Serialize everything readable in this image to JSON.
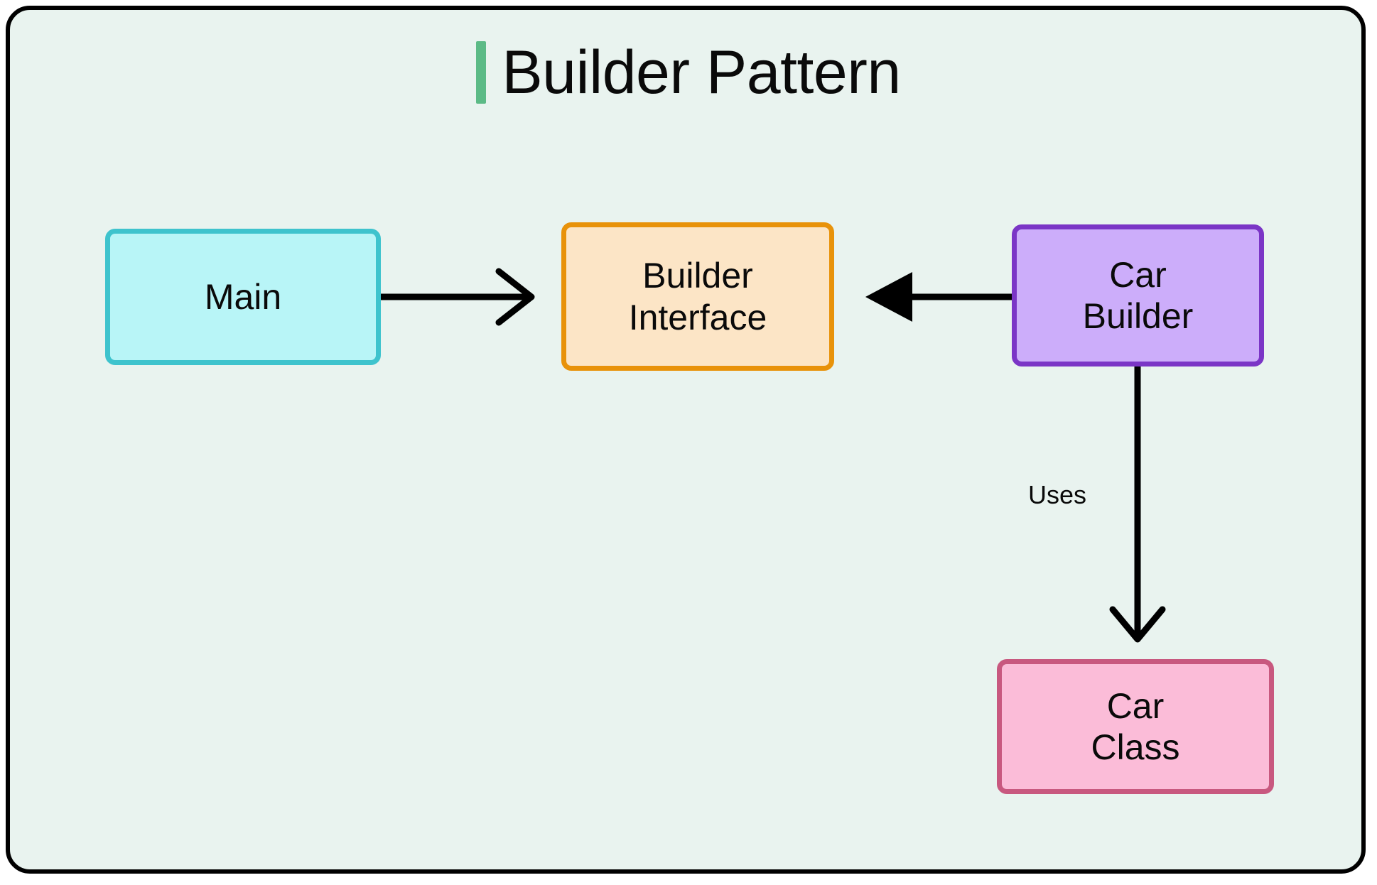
{
  "diagram": {
    "title": "Builder Pattern",
    "accent_color": "#5cba86",
    "background_color": "#e9f3ef",
    "frame_color": "#000000",
    "nodes": [
      {
        "id": "main",
        "label": "Main",
        "fill": "#b8f5f7",
        "stroke": "#3ec3cd"
      },
      {
        "id": "builder-interface",
        "label": "Builder\nInterface",
        "fill": "#fce5c6",
        "stroke": "#e8920a"
      },
      {
        "id": "car-builder",
        "label": "Car\nBuilder",
        "fill": "#ccadfa",
        "stroke": "#7b35c6"
      },
      {
        "id": "car-class",
        "label": "Car\nClass",
        "fill": "#fbbcd8",
        "stroke": "#c8587f"
      }
    ],
    "edges": [
      {
        "id": "main-to-builder-interface",
        "from": "main",
        "to": "builder-interface",
        "label": "",
        "arrowhead": "open",
        "direction": "right",
        "color": "#000000"
      },
      {
        "id": "car-builder-to-builder-interface",
        "from": "car-builder",
        "to": "builder-interface",
        "label": "",
        "arrowhead": "filled",
        "direction": "left",
        "color": "#000000"
      },
      {
        "id": "car-builder-to-car-class",
        "from": "car-builder",
        "to": "car-class",
        "label": "Uses",
        "arrowhead": "open",
        "direction": "down",
        "color": "#000000"
      }
    ]
  }
}
